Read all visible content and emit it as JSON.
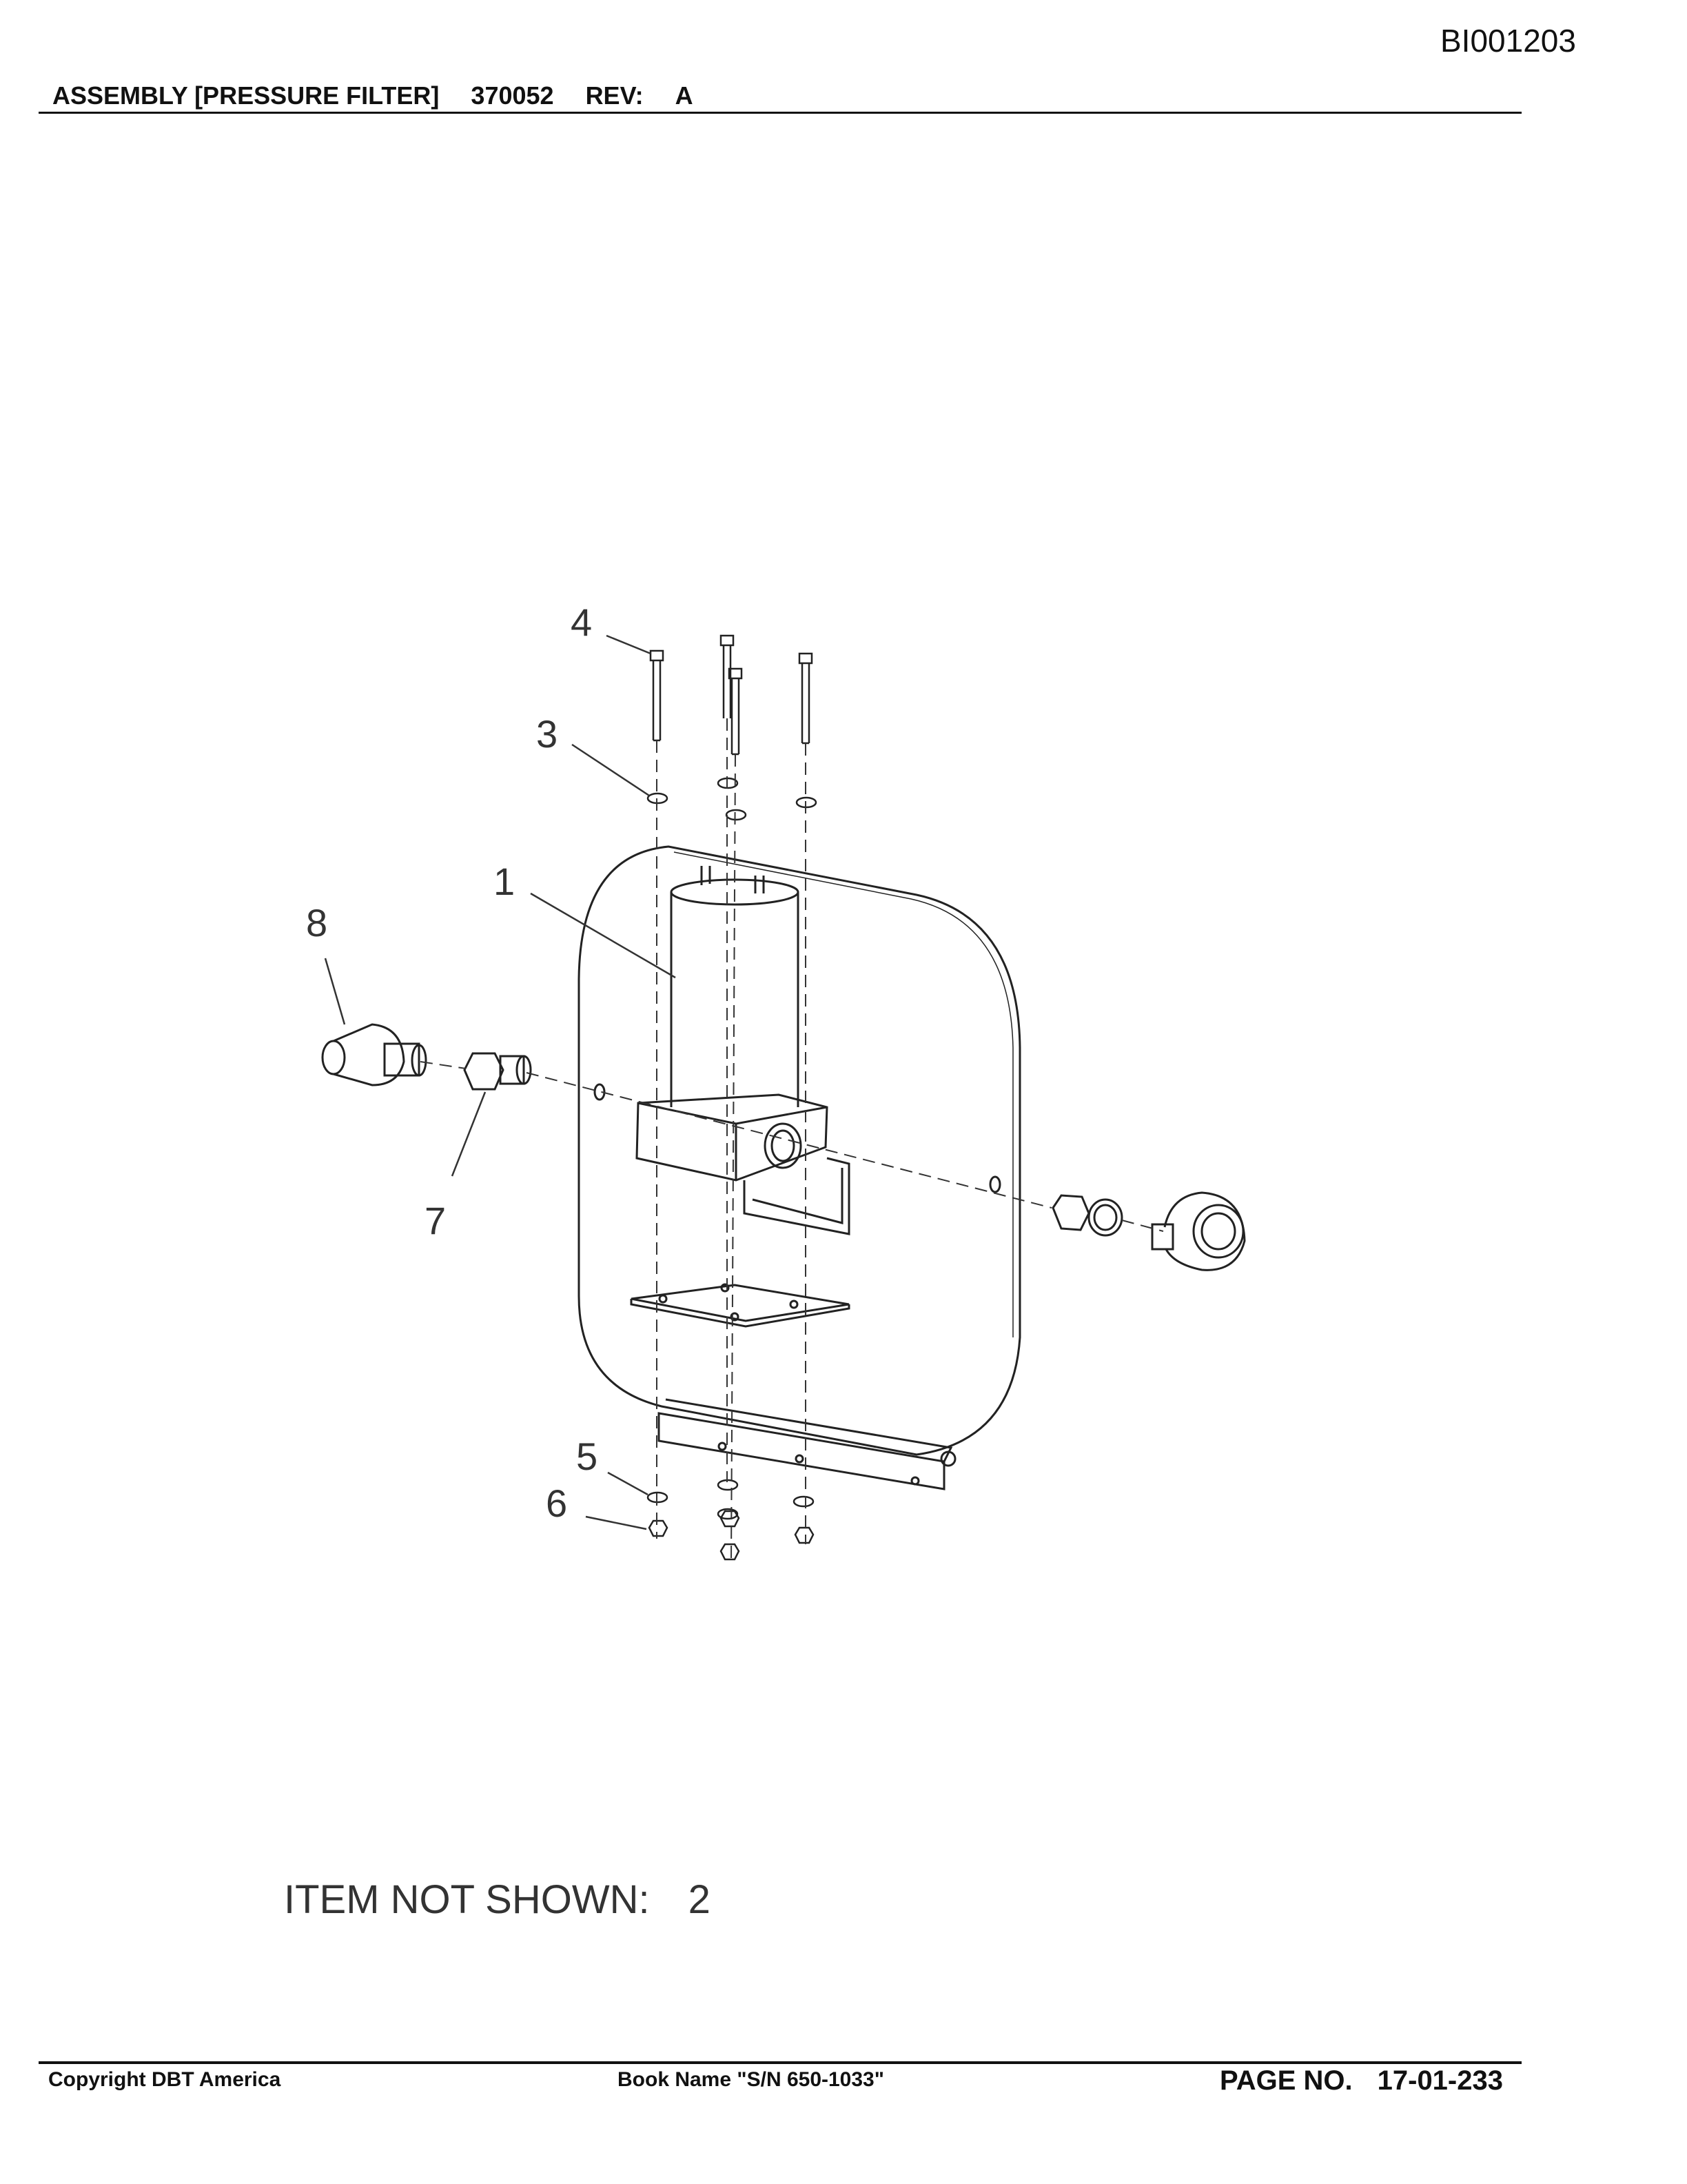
{
  "document": {
    "doc_id": "BI001203",
    "header": {
      "title": "ASSEMBLY [PRESSURE FILTER]",
      "part_number": "370052",
      "rev_label": "REV:",
      "rev_value": "A"
    },
    "callouts": [
      "1",
      "3",
      "4",
      "5",
      "6",
      "7",
      "8"
    ],
    "note": {
      "label": "ITEM NOT SHOWN:",
      "value": "2"
    },
    "footer": {
      "copyright": "Copyright DBT America",
      "book_name": "Book Name \"S/N 650-1033\"",
      "page_label": "PAGE NO.",
      "page_number": "17-01-233"
    }
  }
}
